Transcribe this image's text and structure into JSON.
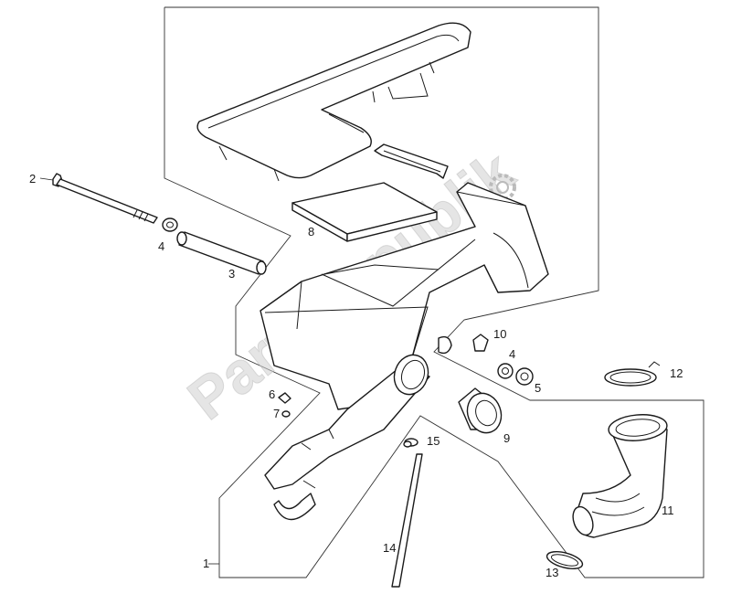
{
  "watermark": {
    "text": "PartsRepublik"
  },
  "callouts": [
    "1",
    "2",
    "3",
    "4",
    "4",
    "5",
    "6",
    "7",
    "8",
    "9",
    "10",
    "11",
    "12",
    "13",
    "14",
    "15"
  ],
  "colors": {
    "line": "#1a1a1a",
    "watermark": "#c8c8c8"
  }
}
